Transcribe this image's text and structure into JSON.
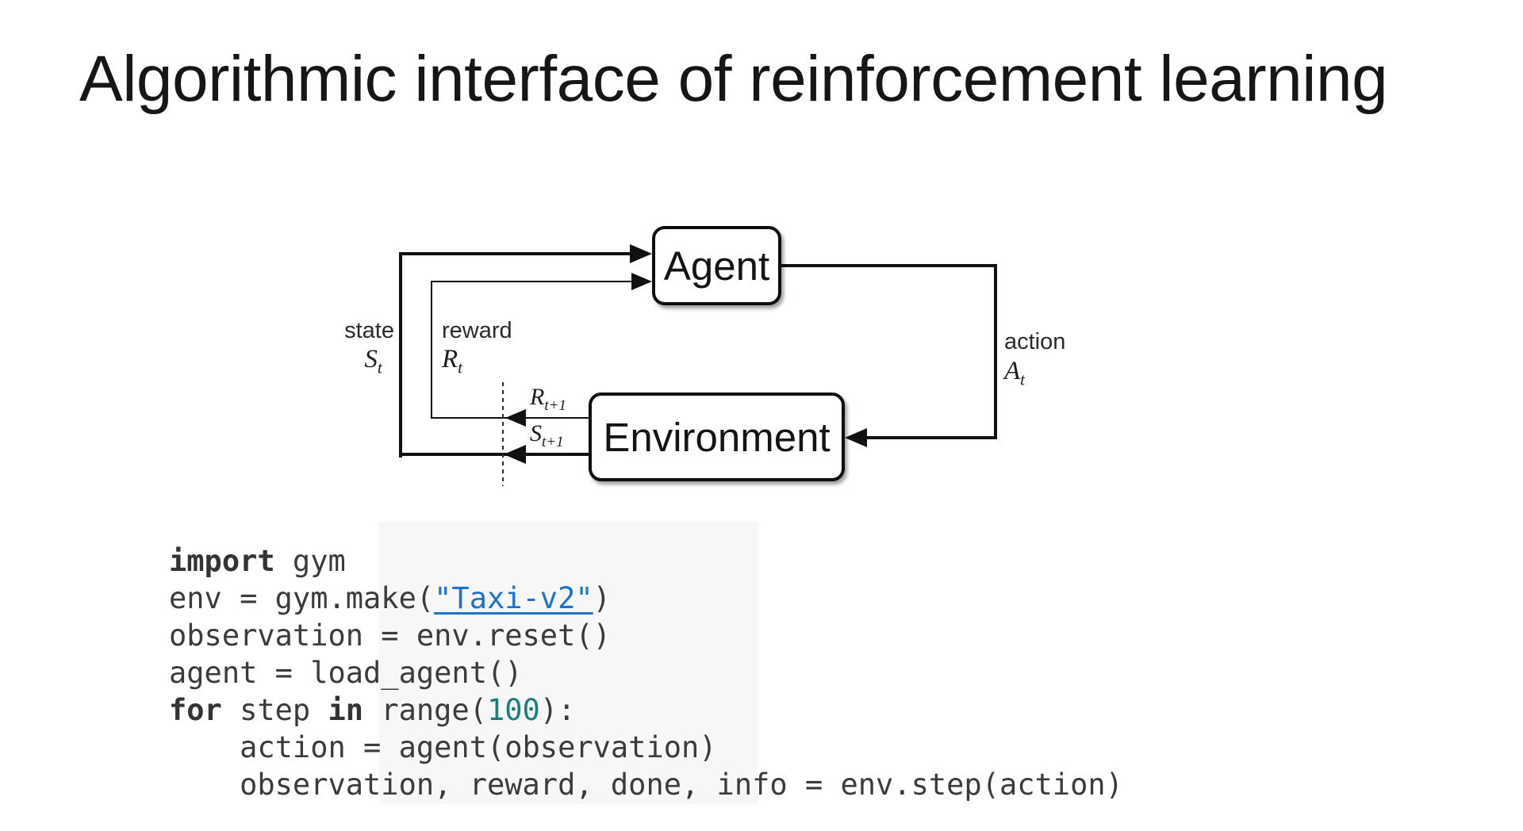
{
  "slide": {
    "title": "Algorithmic interface of reinforcement learning"
  },
  "diagram": {
    "agent_label": "Agent",
    "environment_label": "Environment",
    "state_label": "state",
    "state_symbol": {
      "main": "S",
      "sub": "t"
    },
    "reward_label": "reward",
    "reward_symbol": {
      "main": "R",
      "sub": "t"
    },
    "action_label": "action",
    "action_symbol": {
      "main": "A",
      "sub": "t"
    },
    "reward_next_symbol": {
      "main": "R",
      "sub": "t+1"
    },
    "state_next_symbol": {
      "main": "S",
      "sub": "t+1"
    }
  },
  "code": {
    "lines": [
      [
        {
          "t": "import",
          "s": "kw"
        },
        {
          "t": " gym",
          "s": "plain"
        }
      ],
      [
        {
          "t": "env = gym.make(",
          "s": "plain"
        },
        {
          "t": "\"Taxi-v2\"",
          "s": "link"
        },
        {
          "t": ")",
          "s": "plain"
        }
      ],
      [
        {
          "t": "observation = env.reset()",
          "s": "plain"
        }
      ],
      [
        {
          "t": "agent = load_agent()",
          "s": "plain"
        }
      ],
      [
        {
          "t": "for",
          "s": "kw"
        },
        {
          "t": " step ",
          "s": "plain"
        },
        {
          "t": "in",
          "s": "kw"
        },
        {
          "t": " range(",
          "s": "plain"
        },
        {
          "t": "100",
          "s": "num"
        },
        {
          "t": "):",
          "s": "plain"
        }
      ],
      [
        {
          "t": "    action = agent(observation)",
          "s": "plain"
        }
      ],
      [
        {
          "t": "    observation, reward, done, info = env.step(action)",
          "s": "plain"
        }
      ]
    ]
  },
  "colors": {
    "ink": "#111111",
    "code_text": "#3b3b3b",
    "link_blue": "#1e72cd",
    "number_teal": "#17807b"
  }
}
